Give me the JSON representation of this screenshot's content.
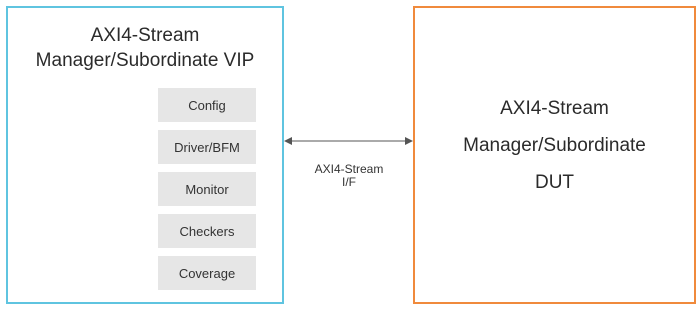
{
  "vip": {
    "title_line1": "AXI4-Stream",
    "title_line2": "Manager/Subordinate VIP",
    "components": [
      "Config",
      "Driver/BFM",
      "Monitor",
      "Checkers",
      "Coverage"
    ],
    "border_color": "#5fc4e0"
  },
  "dut": {
    "title_line1": "AXI4-Stream",
    "title_line2": "Manager/Subordinate",
    "title_line3": "DUT",
    "border_color": "#f08a3c"
  },
  "link": {
    "label_line1": "AXI4-Stream",
    "label_line2": "I/F",
    "direction": "bidirectional"
  }
}
